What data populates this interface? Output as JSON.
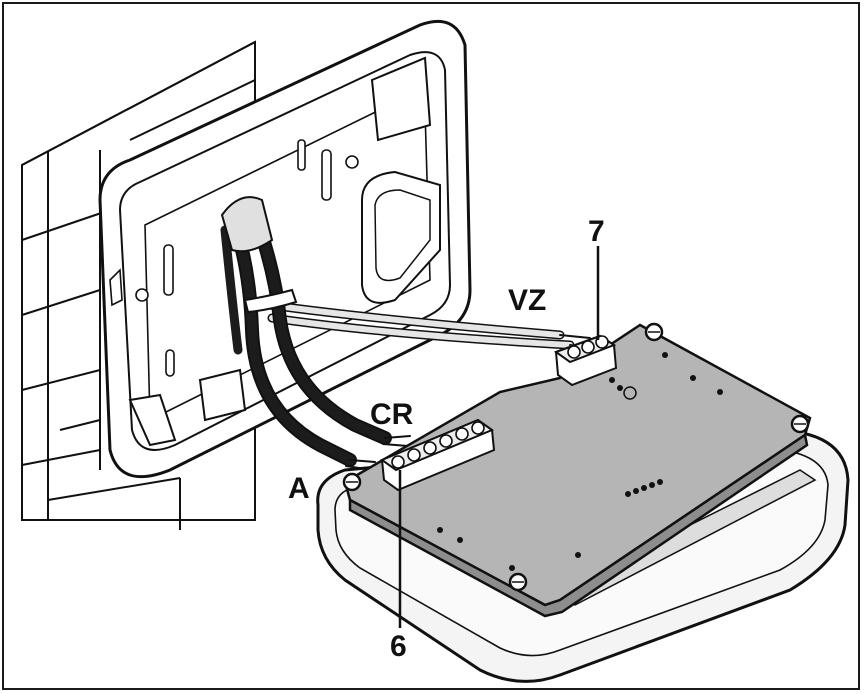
{
  "labels": {
    "vz": "VZ",
    "cr": "CR",
    "a": "A",
    "num6": "6",
    "num7": "7"
  },
  "colors": {
    "line": "#111111",
    "wall": "#ffffff",
    "pcb": "#b5b5b5",
    "pcb_dark": "#8d8d8d",
    "cable": "#1c1c1c",
    "housing": "#f2f2f2",
    "thin_wire": "#e6e6e6"
  }
}
